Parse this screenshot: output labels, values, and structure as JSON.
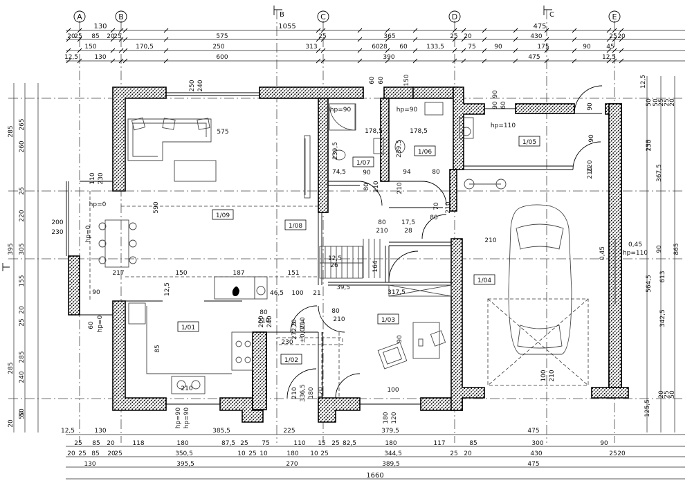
{
  "axes": [
    "A",
    "B",
    "C",
    "D",
    "E"
  ],
  "sections": [
    "B",
    "C"
  ],
  "rooms": [
    {
      "id": "1/01"
    },
    {
      "id": "1/02"
    },
    {
      "id": "1/03"
    },
    {
      "id": "1/04"
    },
    {
      "id": "1/05"
    },
    {
      "id": "1/06"
    },
    {
      "id": "1/07"
    },
    {
      "id": "1/08"
    },
    {
      "id": "1/09"
    }
  ],
  "dims_top": {
    "row1": [
      "130",
      "1055",
      "475"
    ],
    "row2": [
      "20",
      "25",
      "85",
      "20",
      "25",
      "575",
      "25",
      "365",
      "25",
      "20",
      "430",
      "25",
      "20"
    ],
    "row3": [
      "150",
      "170,5",
      "250",
      "313",
      "60",
      "28",
      "60",
      "133,5",
      "75",
      "90",
      "175",
      "90",
      "45"
    ],
    "row4": [
      "12,5",
      "130",
      "600",
      "390",
      "475",
      "12,5"
    ]
  },
  "dims_bottom": {
    "row1": [
      "12,5",
      "130",
      "385,5",
      "225",
      "379,5",
      "475"
    ],
    "row2": [
      "25",
      "85",
      "20",
      "118",
      "180",
      "87,5",
      "25",
      "75",
      "110",
      "15",
      "25",
      "82,5",
      "180",
      "117",
      "85",
      "300",
      "90"
    ],
    "row3": [
      "20",
      "25",
      "85",
      "20",
      "25",
      "350,5",
      "10",
      "25",
      "10",
      "180",
      "10",
      "25",
      "344,5",
      "25",
      "20",
      "430",
      "25",
      "20"
    ],
    "row4": [
      "130",
      "395,5",
      "270",
      "389,5",
      "475"
    ],
    "total": "1660"
  },
  "dims_left": [
    "285",
    "265",
    "260",
    "25",
    "220",
    "395",
    "305",
    "155",
    "20",
    "25",
    "285",
    "285",
    "240",
    "50",
    "50",
    "20"
  ],
  "dims_right": [
    "12,5",
    "50",
    "50",
    "25",
    "25",
    "20",
    "235",
    "150",
    "367,5",
    "90",
    "865",
    "613",
    "564,5",
    "342,5",
    "20",
    "25",
    "50",
    "125,5"
  ],
  "labels": [
    "250",
    "240",
    "60",
    "150",
    "60",
    "90",
    "hp=90",
    "hp=90",
    "178,5",
    "178,5",
    "239,5",
    "239,5",
    "74,5",
    "90",
    "94",
    "80",
    "80",
    "210",
    "210",
    "hp=110",
    "90",
    "60",
    "90",
    "220",
    "90",
    "210",
    "575",
    "110",
    "230",
    "hp=0",
    "hp=0",
    "590",
    "200",
    "230",
    "217",
    "150",
    "187",
    "151",
    "12,5",
    "46,5",
    "100",
    "21",
    "80",
    "210",
    "80",
    "210",
    "80",
    "210",
    "17,5",
    "28",
    "12,5",
    "26",
    "164",
    "39,5",
    "317,5",
    "70",
    "210",
    "80",
    "210",
    "0,45",
    "0,45",
    "hp=110",
    "90",
    "60",
    "hp=0",
    "85",
    "230",
    "272,5",
    "±0,00=",
    "90",
    "210",
    "336,5",
    "100",
    "210",
    "hp=90",
    "hp=90",
    "180",
    "120",
    "180",
    "120",
    "100",
    "210",
    "200",
    "240",
    "70",
    "210",
    "90",
    "210"
  ],
  "colors": {
    "line": "#000000",
    "hatch": "#000000",
    "background": "#ffffff"
  }
}
